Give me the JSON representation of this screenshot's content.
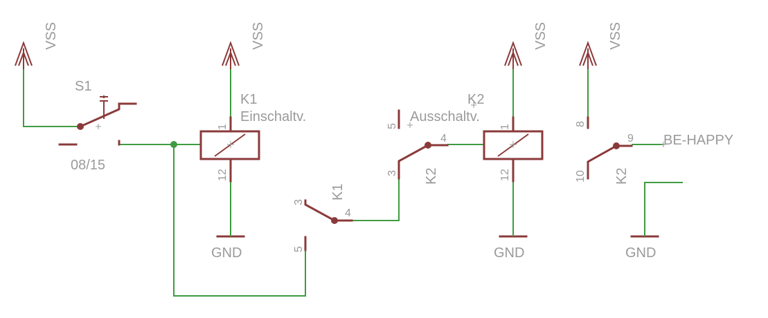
{
  "supply_label": "VSS",
  "ground_label": "GND",
  "switch": {
    "name": "S1",
    "value": "08/15"
  },
  "relay_k1": {
    "name": "K1",
    "value": "Einschaltv.",
    "coil_pin_top": "1",
    "coil_pin_bottom": "12",
    "contact_name": "K1",
    "contact_pin_nc": "3",
    "contact_pin_com": "4",
    "contact_pin_no": "5"
  },
  "relay_k2": {
    "name": "K2",
    "value": "Ausschaltv.",
    "coil_pin_top": "1",
    "coil_pin_bottom": "12",
    "contact_name": "K2",
    "contact_pin_nc": "3",
    "contact_pin_com": "4",
    "contact_pin_no": "5"
  },
  "output_contact": {
    "name": "K2",
    "pin_nc": "8",
    "pin_com": "9",
    "pin_no": "10",
    "net_label": "BE-HAPPY"
  }
}
